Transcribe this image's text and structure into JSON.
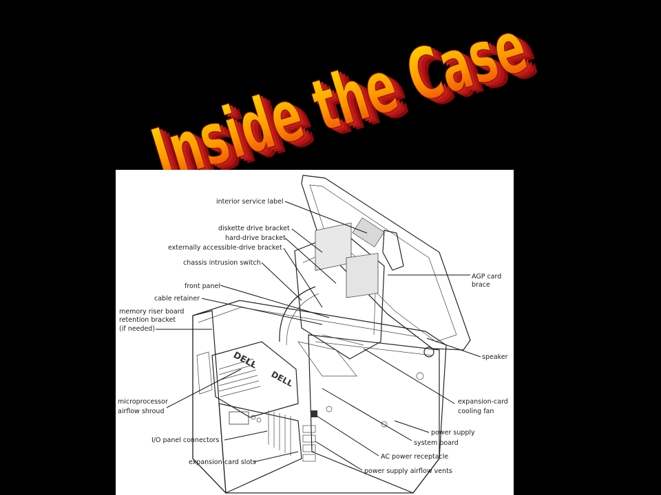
{
  "slide": {
    "title": "Inside the Case",
    "colors": {
      "background": "#000000",
      "title_top": "#ffd400",
      "title_bottom": "#e8400a",
      "title_extrude": "#b01010"
    }
  },
  "diagram": {
    "brand_logo": "DELL",
    "labels": {
      "interior_service_label": "interior service label",
      "diskette_drive_bracket": "diskette drive bracket",
      "hard_drive_bracket": "hard-drive bracket",
      "externally_accessible_drive_bracket": "externally accessible-drive bracket",
      "chassis_intrusion_switch": "chassis intrusion switch",
      "front_panel": "front panel",
      "cable_retainer": "cable retainer",
      "memory_riser_line1": "memory riser board",
      "memory_riser_line2": "retention bracket",
      "memory_riser_line3": "(if needed)",
      "agp_line1": "AGP card",
      "agp_line2": "brace",
      "speaker": "speaker",
      "expansion_fan_line1": "expansion-card",
      "expansion_fan_line2": "cooling fan",
      "power_supply": "power supply",
      "system_board": "system board",
      "ac_power_receptacle": "AC power receptacle",
      "power_supply_airflow_vents": "power supply airflow vents",
      "expansion_card_slots": "expansion-card slots",
      "io_panel_connectors": "I/O panel connectors",
      "microprocessor_line1": "microprocessor",
      "microprocessor_line2": "airflow shroud"
    }
  }
}
